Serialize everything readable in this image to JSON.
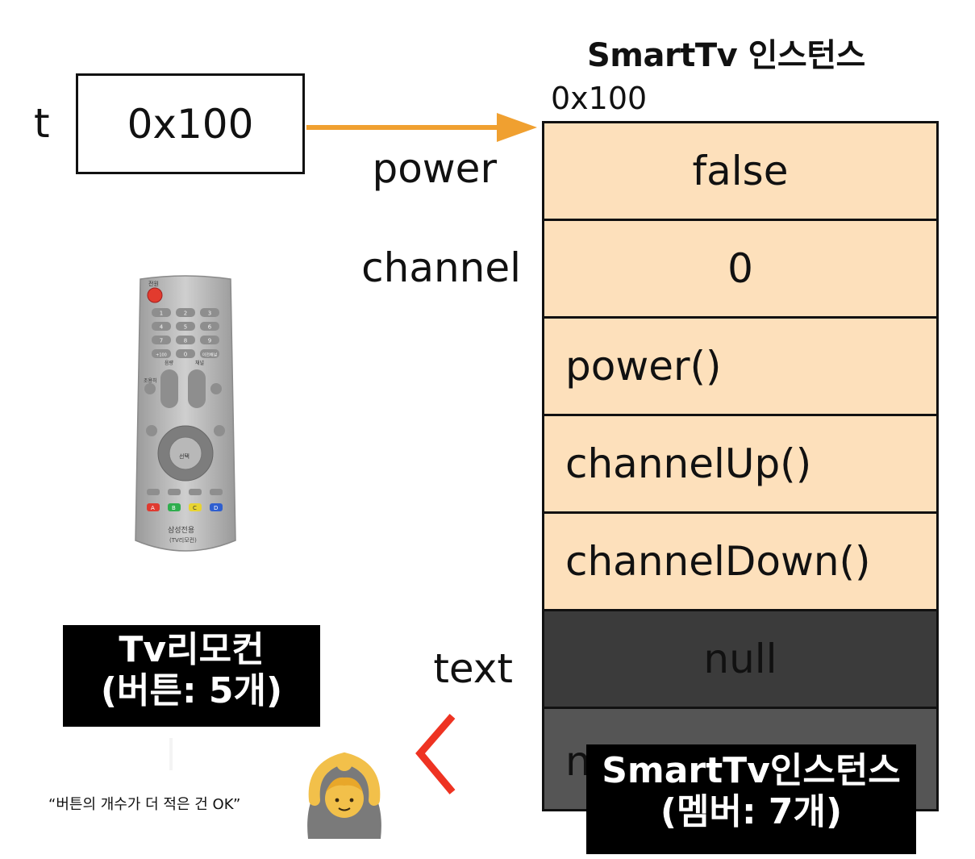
{
  "diagram": {
    "title": "SmartTv 인스턴스",
    "address": "0x100",
    "variable": {
      "name": "t",
      "value": "0x100"
    },
    "field_labels": {
      "power": "power",
      "channel": "channel",
      "text": "text"
    },
    "members": [
      {
        "value": "false",
        "kind": "field"
      },
      {
        "value": "0",
        "kind": "field"
      },
      {
        "value": "power()",
        "kind": "method"
      },
      {
        "value": "channelUp()",
        "kind": "method"
      },
      {
        "value": "channelDown()",
        "kind": "method"
      },
      {
        "value": "null",
        "kind": "field-dark"
      },
      {
        "value": "n",
        "kind": "field-dark"
      }
    ],
    "remote_caption": {
      "line1": "Tv리모컨",
      "line2": "(버튼: 5개)"
    },
    "instance_caption": {
      "line1": "SmartTv인스턴스",
      "line2": "(멤버: 7개)"
    },
    "quote": "“버튼의 개수가 더 적은 건 OK”",
    "remote_text": {
      "power": "전원",
      "nums": [
        "1",
        "2",
        "3",
        "4",
        "5",
        "6",
        "7",
        "8",
        "9",
        "+100",
        "0",
        "이전채널"
      ],
      "volume": "음량",
      "channel": "채널",
      "mute": "조용히",
      "ok": "선택",
      "brand": "삼성전용",
      "model": "(TV리모컨)",
      "colors": [
        "A",
        "B",
        "C",
        "D"
      ]
    },
    "colors": {
      "cell_fill": "#fde0bb",
      "dark_fill": "#3b3b3b",
      "arrow": "#f0a030",
      "chevron": "#ee3322"
    }
  }
}
